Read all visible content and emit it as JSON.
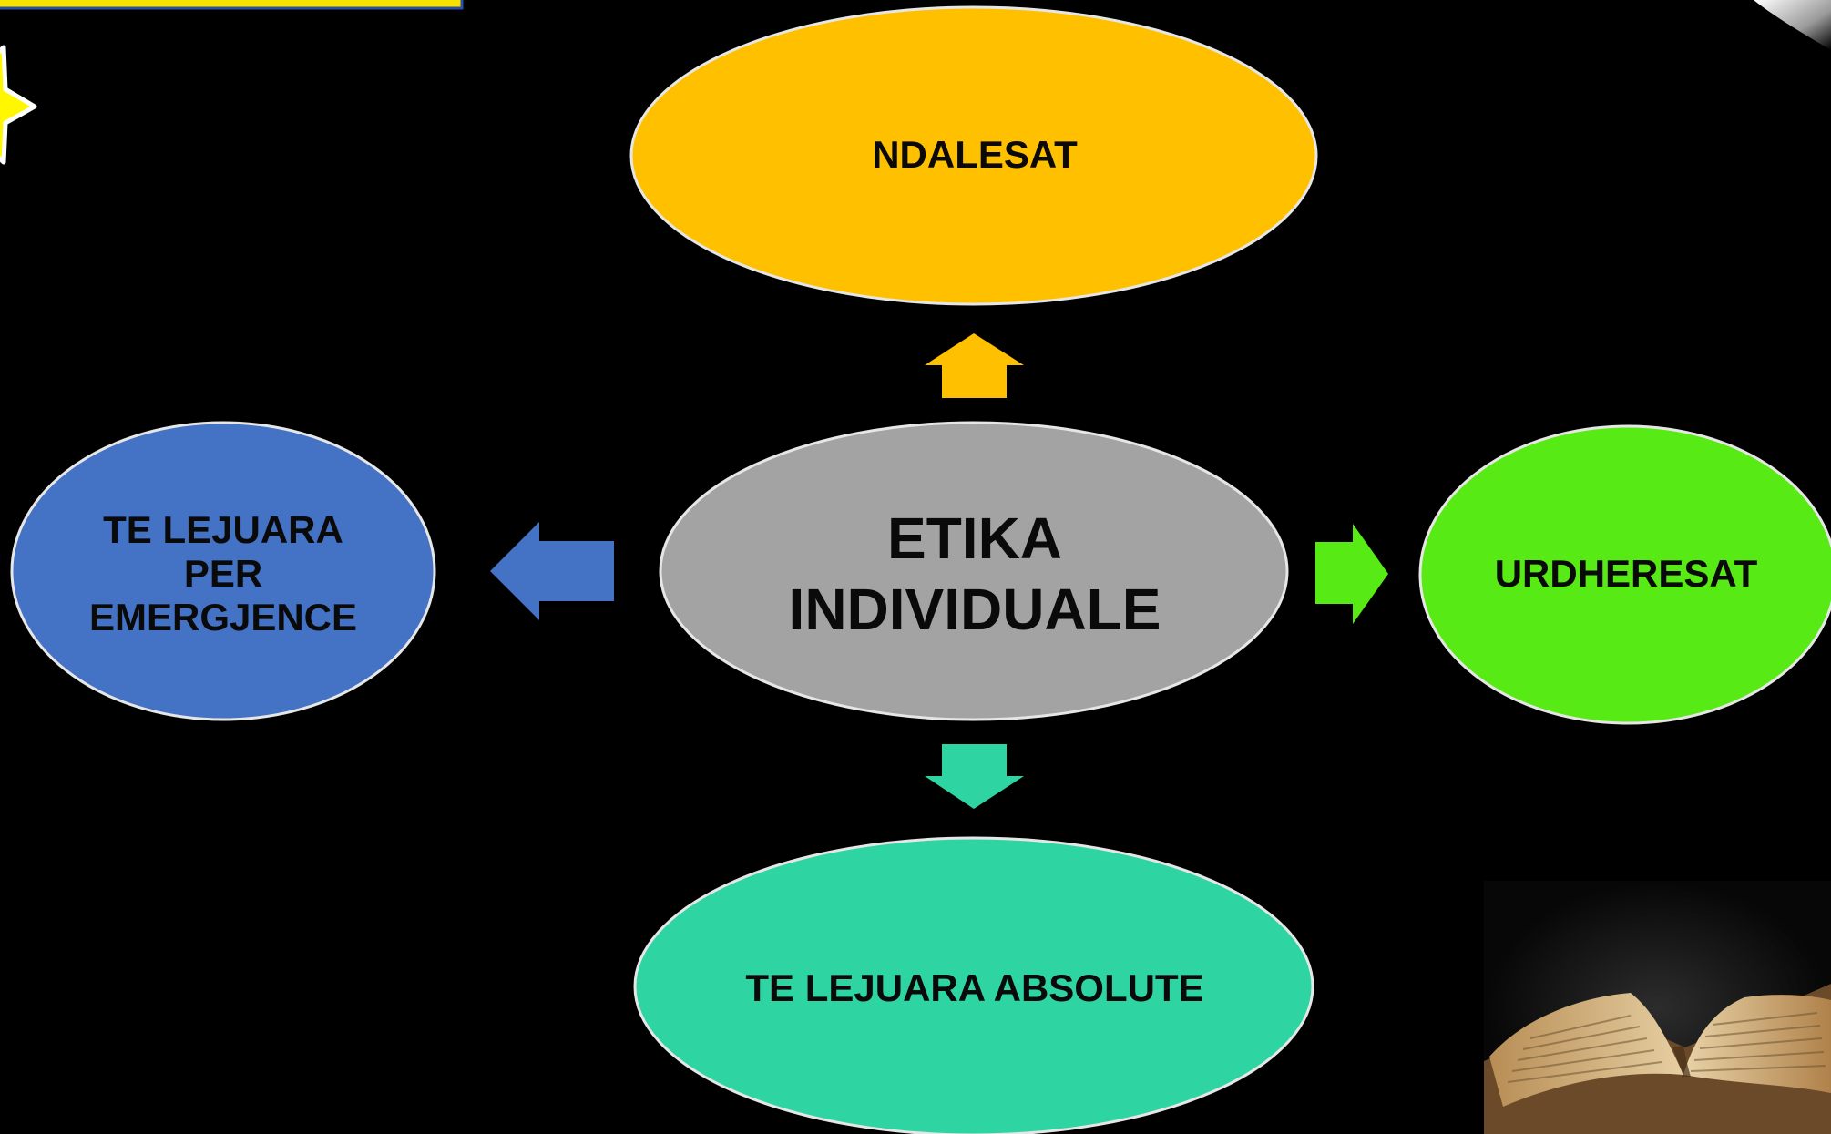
{
  "diagram": {
    "center": {
      "label": "ETIKA\nINDIVIDUALE",
      "color": "#a3a3a3"
    },
    "top": {
      "label": "NDALESAT",
      "color": "#ffc000"
    },
    "left": {
      "label": "TE LEJUARA\nPER\nEMERGJENCE",
      "color": "#4472c4"
    },
    "right": {
      "label": "URDHERESAT",
      "color": "#57ea14"
    },
    "bottom": {
      "label": "TE LEJUARA ABSOLUTE",
      "color": "#2ed5a2"
    }
  },
  "icons": [
    "star-icon",
    "open-book-image",
    "corner-spotlight"
  ]
}
